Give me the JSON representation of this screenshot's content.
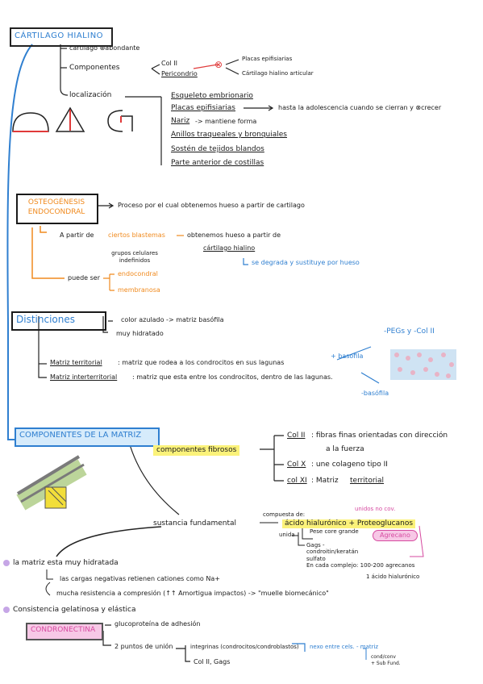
{
  "cartilago": {
    "title": "CÁRTILAGO HIALINO",
    "line1": "cartilago ⊕abondante",
    "componentes_label": "Componentes",
    "comp_col": "Col II",
    "comp_peri": "Pericondrio",
    "x_mark": "⊗",
    "x_item1": "Placas epifisiarias",
    "x_item2": "Cártilago hialino articular",
    "localizacion_label": "localización",
    "loc": [
      "Esqueleto embrionario",
      "Placas epifisiarias",
      "Nariz",
      "Anillos traqueales y bronquiales",
      "Sostén de tejidos blandos",
      "Parte anterior de costillas"
    ],
    "loc_placas_arrow": "hasta la adolescencia cuando se cierran y ⊗crecer",
    "loc_nariz_arrow": "-> mantiene forma"
  },
  "osteo": {
    "title": "OSTEOGÉNESIS ENDOCONDRAL",
    "arrow_text": "Proceso por el cual obtenemos hueso a partir de cartilago",
    "line_a_prefix": "A partir de",
    "line_a_orange": "ciertos blastemas",
    "line_a_suffix": "obtenemos hueso a partir de",
    "grupos": "grupos celulares indefinidos",
    "cart_hialino": "cártilago hialino",
    "degrada": "se degrada y sustituye por hueso",
    "puede_ser": "puede ser",
    "endo": "endocondral",
    "membranosa": "membranosa"
  },
  "distinciones": {
    "title": "Distinciones",
    "color": "color azulado -> matriz basófila",
    "hidratado": "muy hidratado",
    "matriz_terr_label": "Matriz territorial",
    "matriz_terr_text": ": matriz que rodea a los condrocitos en sus lagunas",
    "matriz_inter_label": "Matriz interterritorial",
    "matriz_inter_text": ": matriz que esta entre los condrocitos, dentro de las lagunas.",
    "basofila_plus": "+ basofila",
    "basofila_minus": "-basófila",
    "pegs": "-PEGs y -Col II"
  },
  "componentes_matriz": {
    "title": "COMPONENTES DE LA MATRIZ",
    "fibrosos": "componentes fibrosos",
    "col2_label": "Col II",
    "col2_text": ": fibras finas orientadas con dirección",
    "col2_text2": "a la fuerza",
    "col10_label": "Col X",
    "col10_text": ": une colageno tipo II",
    "col11_label": "col XI",
    "col11_text": ": Matriz",
    "col11_terr": "territorial",
    "sustancia": "sustancia fundamental",
    "compuesta": "compuesta de:",
    "acido": "ácido hialurónico + Proteoglucanos",
    "unidos_cola": "unidos no cov.",
    "agrecano": "Agrecano",
    "unida": "unida",
    "core": "Pese core grande",
    "gags": "Gags - condroitin/keratán sulfato",
    "cada_complejo": "En cada complejo: 100-200 agrecanos",
    "un_acido": "1 ácido hialurónico"
  },
  "hidratacion": {
    "line1": "la matriz esta muy hidratada",
    "line2": "las cargas negativas retienen cationes como Na+",
    "line3": "mucha resistencia a compresión (↑↑ Amortigua impactos) -> \"muelle biomecánico\"",
    "line4": "Consistencia gelatinosa y elástica"
  },
  "condronectina": {
    "title": "CONDRONECTINA",
    "line1": "glucoproteína de adhesión",
    "line2": "2 puntos de unión",
    "integrinas": "integrinas (condrocitos/condroblastos)",
    "nexo": "nexo entre cels. - matriz",
    "nexo_sub1": "cond/conv",
    "nexo_sub2": "+ Sub Fund.",
    "colgags": "Col II, Gags"
  }
}
